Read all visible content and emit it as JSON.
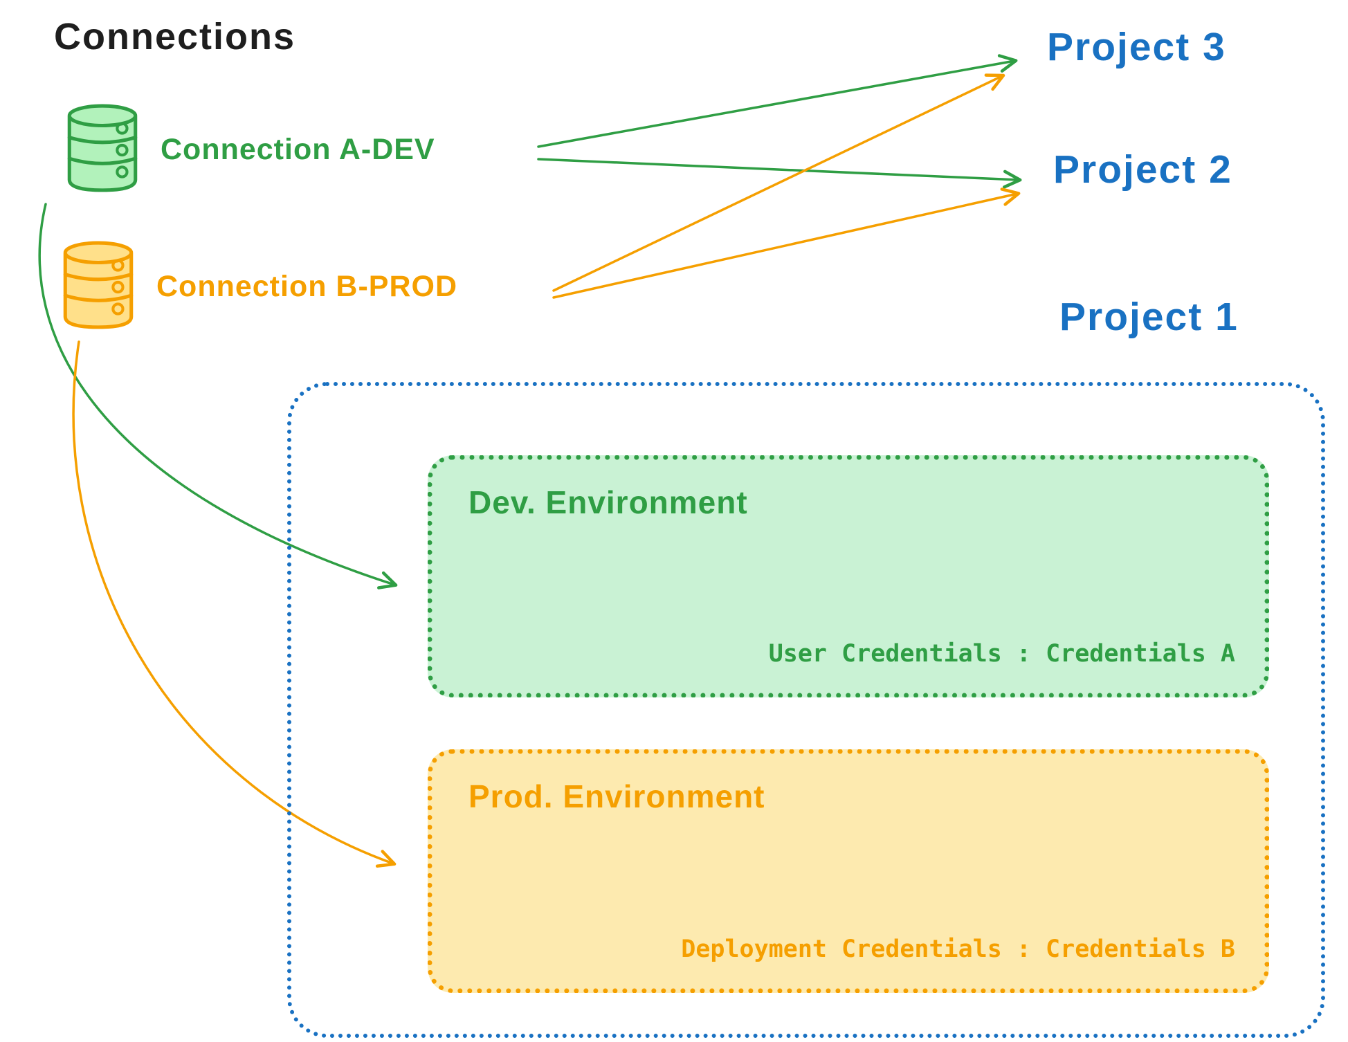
{
  "title": "Connections",
  "connections": [
    {
      "id": "a-dev",
      "label": "Connection A-DEV",
      "icon": "database-icon",
      "color": "#2f9e44"
    },
    {
      "id": "b-prod",
      "label": "Connection B-PROD",
      "icon": "database-icon",
      "color": "#f59f00"
    }
  ],
  "projects": [
    {
      "label": "Project 3"
    },
    {
      "label": "Project 2"
    },
    {
      "label": "Project 1"
    }
  ],
  "project1": {
    "dev_environment": {
      "title": "Dev. Environment",
      "credentials": "User Credentials : Credentials A"
    },
    "prod_environment": {
      "title": "Prod. Environment",
      "credentials": "Deployment Credentials : Credentials B"
    }
  },
  "arrows": [
    {
      "from": "Connection A-DEV",
      "to": "Project 3",
      "color": "#2f9e44"
    },
    {
      "from": "Connection A-DEV",
      "to": "Project 2",
      "color": "#2f9e44"
    },
    {
      "from": "Connection B-PROD",
      "to": "Project 3",
      "color": "#f59f00"
    },
    {
      "from": "Connection B-PROD",
      "to": "Project 2",
      "color": "#f59f00"
    },
    {
      "from": "Connection A-DEV",
      "to": "Dev. Environment",
      "color": "#2f9e44"
    },
    {
      "from": "Connection B-PROD",
      "to": "Prod. Environment",
      "color": "#f59f00"
    }
  ],
  "colors": {
    "ink": "#1e1e1e",
    "green": "#2f9e44",
    "orange": "#f59f00",
    "blue": "#1971c2",
    "green_fill": "#c9f2d4",
    "orange_fill": "#fdeaaf",
    "green_icon_fill": "#b2f2bb",
    "orange_icon_fill": "#ffe08a"
  }
}
